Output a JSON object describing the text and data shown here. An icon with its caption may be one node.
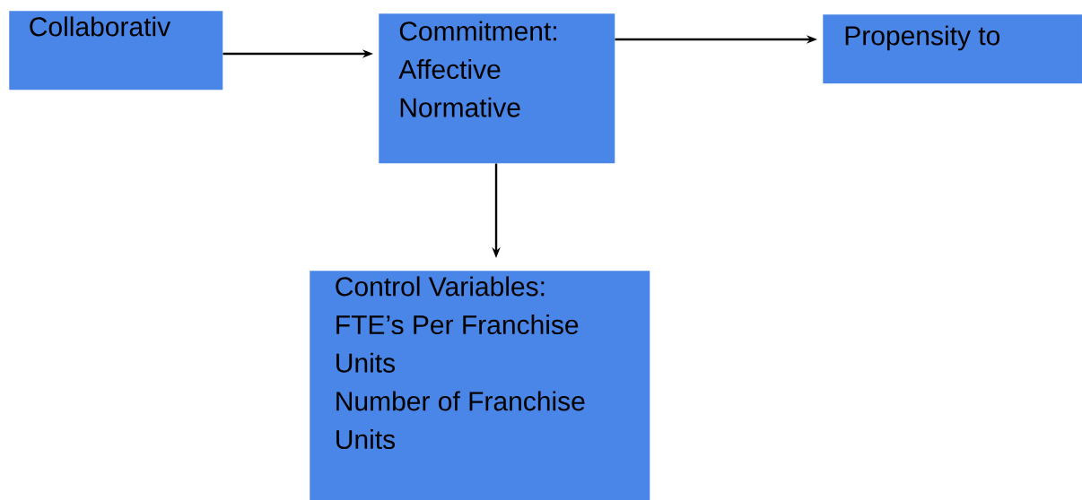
{
  "diagram": {
    "nodes": [
      {
        "text": [
          "Collaborativ"
        ]
      },
      {
        "text": [
          "Commitment:",
          "Affective",
          "Normative"
        ]
      },
      {
        "text": [
          "Propensity to"
        ]
      },
      {
        "text": [
          "Control Variables:",
          "FTE’s Per Franchise Units",
          "Number of Franchise Units"
        ]
      }
    ],
    "edges": [
      {
        "from": 0,
        "to": 1,
        "arrow": "to"
      },
      {
        "from": 1,
        "to": 2,
        "arrow": "to"
      },
      {
        "from": 1,
        "to": 3,
        "arrow": "to"
      }
    ]
  }
}
